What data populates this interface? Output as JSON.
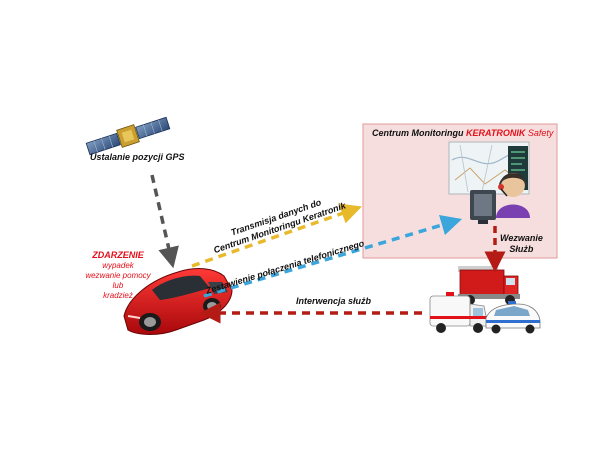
{
  "gps": {
    "label": "Ustalanie pozycji GPS"
  },
  "event": {
    "title": "ZDARZENIE",
    "lines": [
      "wypadek",
      "wezwanie pomocy",
      "lub",
      "kradzież"
    ]
  },
  "monitoring": {
    "title_prefix": "Centrum  Monitoringu",
    "brand": "KERATRONIK",
    "brand_suffix": "Safety"
  },
  "arrows": {
    "transmission_line1": "Transmisja danych do",
    "transmission_line2": "Centrum Monitoringu Keratronik",
    "call": "Zestawienie połączenia telefonicznego",
    "call_services_line1": "Wezwanie",
    "call_services_line2": "Służb",
    "intervention": "Interwencja służb"
  },
  "colors": {
    "gps_arrow": "#555555",
    "transmission_arrow": "#e8b92a",
    "call_arrow": "#3aa6dc",
    "services_arrow": "#b31b14",
    "panel_fill": "#f6dede",
    "panel_border": "#e09a9a",
    "accent_red": "#e3101a"
  }
}
